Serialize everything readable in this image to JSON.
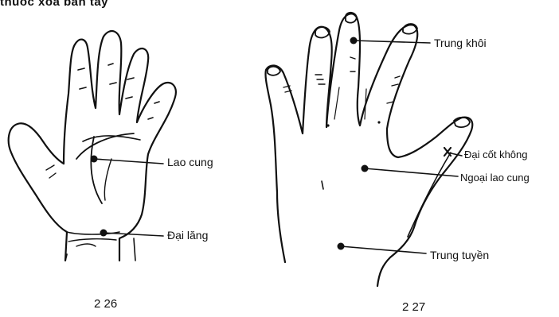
{
  "header_fragment": "thuốc xoa bàn tay",
  "figure_226": {
    "number": "2 26",
    "points": [
      {
        "id": "lao-cung",
        "label": "Lao cung"
      },
      {
        "id": "dai-lang",
        "label": "Đại lăng"
      }
    ]
  },
  "figure_227": {
    "number": "2 27",
    "points": [
      {
        "id": "trung-khoi",
        "label": "Trung khôi"
      },
      {
        "id": "dai-cot-khong",
        "label": "Đại cốt không"
      },
      {
        "id": "ngoai-lao-cung",
        "label": "Ngoại lao cung"
      },
      {
        "id": "trung-tuyen",
        "label": "Trung tuyền"
      }
    ]
  }
}
